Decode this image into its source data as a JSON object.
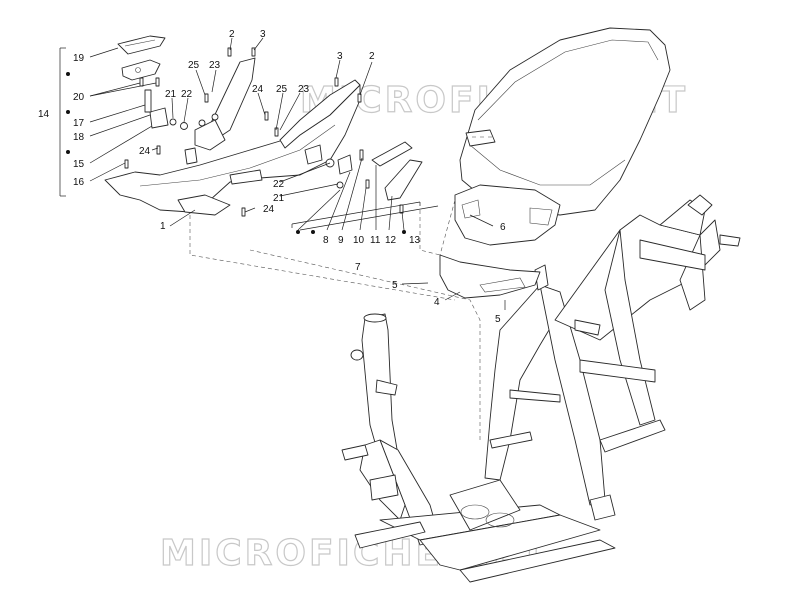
{
  "watermark": {
    "top_text": "MICROFICHE.NET",
    "bottom_text": "MICROFICHE.NET"
  },
  "callouts": [
    {
      "id": "c19",
      "text": "19"
    },
    {
      "id": "c20",
      "text": "20"
    },
    {
      "id": "c17",
      "text": "17"
    },
    {
      "id": "c18",
      "text": "18"
    },
    {
      "id": "c15",
      "text": "15"
    },
    {
      "id": "c16",
      "text": "16"
    },
    {
      "id": "c14",
      "text": "14"
    },
    {
      "id": "c1",
      "text": "1"
    },
    {
      "id": "c2a",
      "text": "2"
    },
    {
      "id": "c3a",
      "text": "3"
    },
    {
      "id": "c25a",
      "text": "25"
    },
    {
      "id": "c23a",
      "text": "23"
    },
    {
      "id": "c21a",
      "text": "21"
    },
    {
      "id": "c22a",
      "text": "22"
    },
    {
      "id": "c24a",
      "text": "24"
    },
    {
      "id": "c24b",
      "text": "24"
    },
    {
      "id": "c24c",
      "text": "24"
    },
    {
      "id": "c25b",
      "text": "25"
    },
    {
      "id": "c23b",
      "text": "23"
    },
    {
      "id": "c3b",
      "text": "3"
    },
    {
      "id": "c2b",
      "text": "2"
    },
    {
      "id": "c22b",
      "text": "22"
    },
    {
      "id": "c21b",
      "text": "21"
    },
    {
      "id": "c8",
      "text": "8"
    },
    {
      "id": "c9",
      "text": "9"
    },
    {
      "id": "c10",
      "text": "10"
    },
    {
      "id": "c11",
      "text": "11"
    },
    {
      "id": "c12",
      "text": "12"
    },
    {
      "id": "c13",
      "text": "13"
    },
    {
      "id": "c7",
      "text": "7"
    },
    {
      "id": "c6",
      "text": "6"
    },
    {
      "id": "c5a",
      "text": "5"
    },
    {
      "id": "c5b",
      "text": "5"
    },
    {
      "id": "c4",
      "text": "4"
    }
  ],
  "colors": {
    "line": "#222222",
    "watermark": "#c8c8c8",
    "background": "#ffffff"
  }
}
